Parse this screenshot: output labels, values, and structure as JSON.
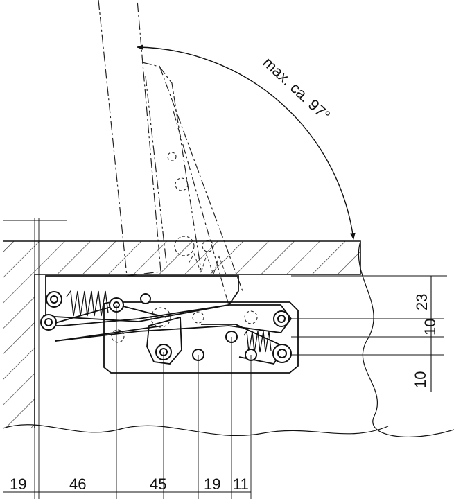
{
  "angle_label": "max. ca. 97°",
  "bottom_dimensions": [
    "19",
    "46",
    "45",
    "19",
    "11"
  ],
  "right_dimensions": [
    "23",
    "10",
    "10"
  ]
}
